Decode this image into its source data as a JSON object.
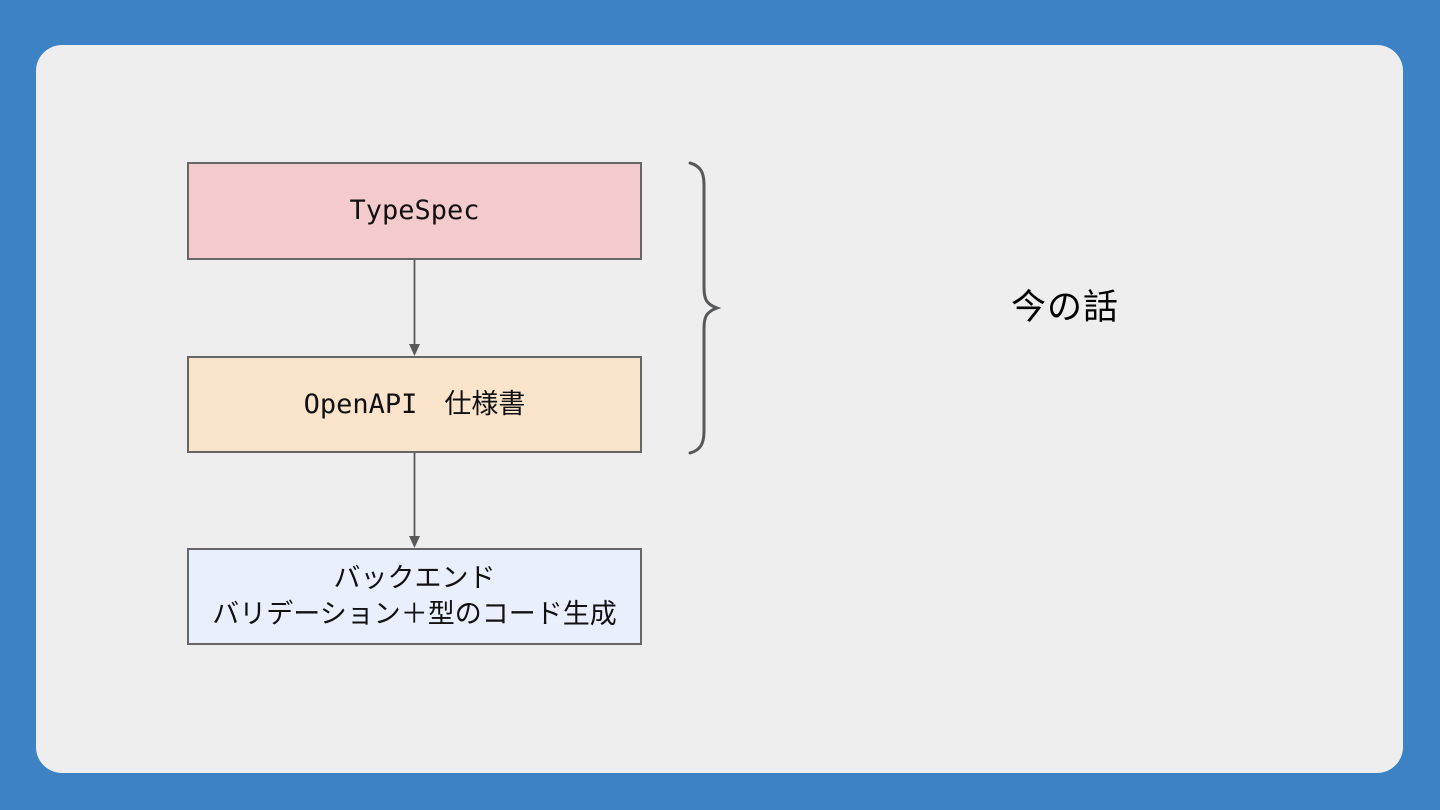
{
  "slide": {
    "background_color": "#3d82c4",
    "panel_color": "#eeeeee"
  },
  "diagram": {
    "connector_color": "#58595b",
    "brace_color": "#56585a",
    "node_border_color": "#666666",
    "text_color": "#111111",
    "nodes": [
      {
        "id": "typespec",
        "label": "TypeSpec",
        "fill": "#f4cbcd"
      },
      {
        "id": "openapi-spec",
        "label": "OpenAPI　仕様書",
        "fill": "#fbe4cc"
      },
      {
        "id": "backend-codegen",
        "label_line1": "バックエンド",
        "label_line2": "バリデーション＋型のコード生成",
        "fill": "#e9effc"
      }
    ],
    "annotation": {
      "label": "今の話",
      "color": "#000000"
    }
  }
}
